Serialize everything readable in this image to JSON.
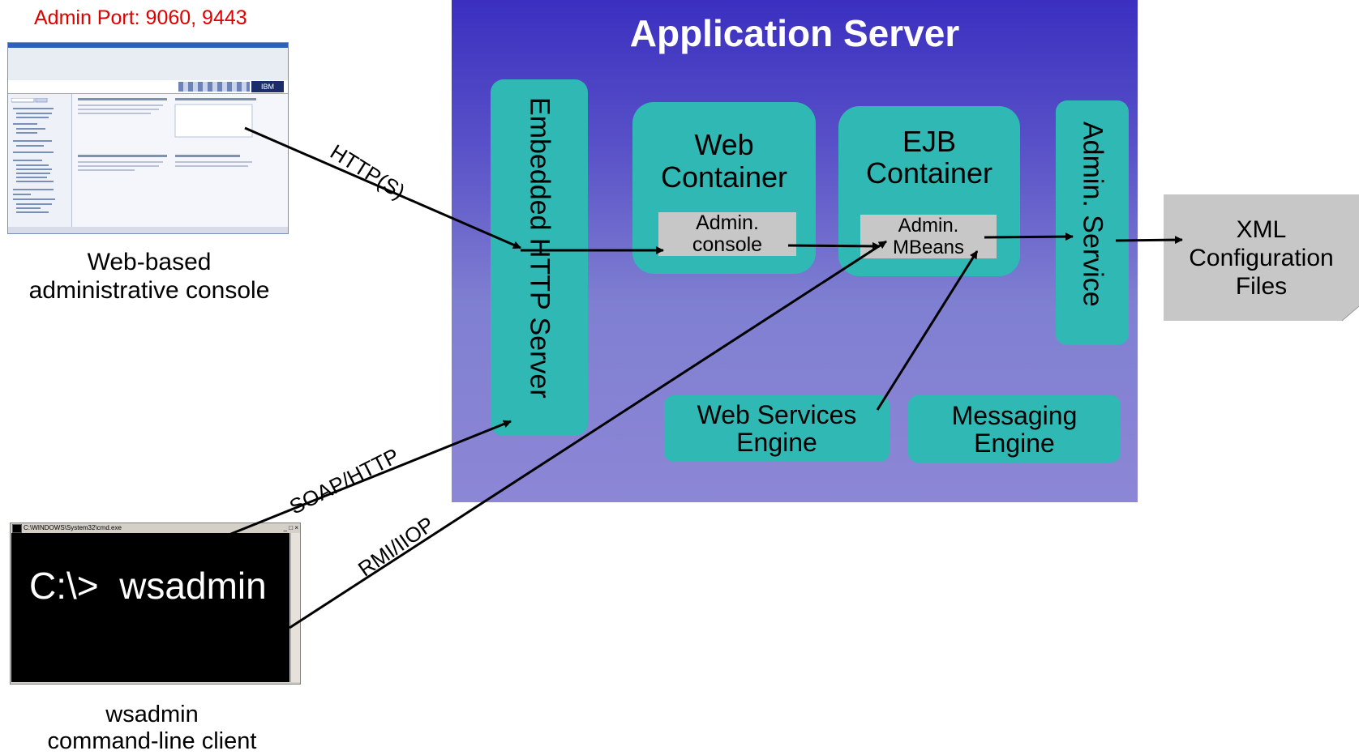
{
  "admin_port": "Admin Port: 9060, 9443",
  "app_server": {
    "title": "Application Server",
    "embedded_http": "Embedded HTTP Server",
    "web_container": [
      "Web",
      "Container"
    ],
    "ejb_container": [
      "EJB",
      "Container"
    ],
    "admin_console": [
      "Admin.",
      "console"
    ],
    "admin_mbeans": [
      "Admin.",
      "MBeans"
    ],
    "admin_service": "Admin. Service",
    "ws_engine": [
      "Web Services",
      "Engine"
    ],
    "msg_engine": [
      "Messaging",
      "Engine"
    ]
  },
  "xml_files": [
    "XML",
    "Configuration",
    "Files"
  ],
  "protocols": {
    "http": "HTTP(S)",
    "soap": "SOAP/HTTP",
    "rmi": "RMI/IIOP"
  },
  "console_caption": [
    "Web-based",
    "administrative console"
  ],
  "cmd": {
    "title": "C:\\WINDOWS\\System32\\cmd.exe",
    "buttons": "_ □ ×",
    "text": "C:\\>  wsadmin"
  },
  "wsadmin_caption": [
    "wsadmin",
    "command-line client"
  ],
  "console_thumb": {
    "logo": "IBM"
  },
  "colors": {
    "teal": "#2fb8b4",
    "panel_top": "#3a2fc0",
    "panel_bottom": "#8d86d6",
    "note_gray": "#c7c7c7",
    "admin_port_red": "#e00000"
  }
}
